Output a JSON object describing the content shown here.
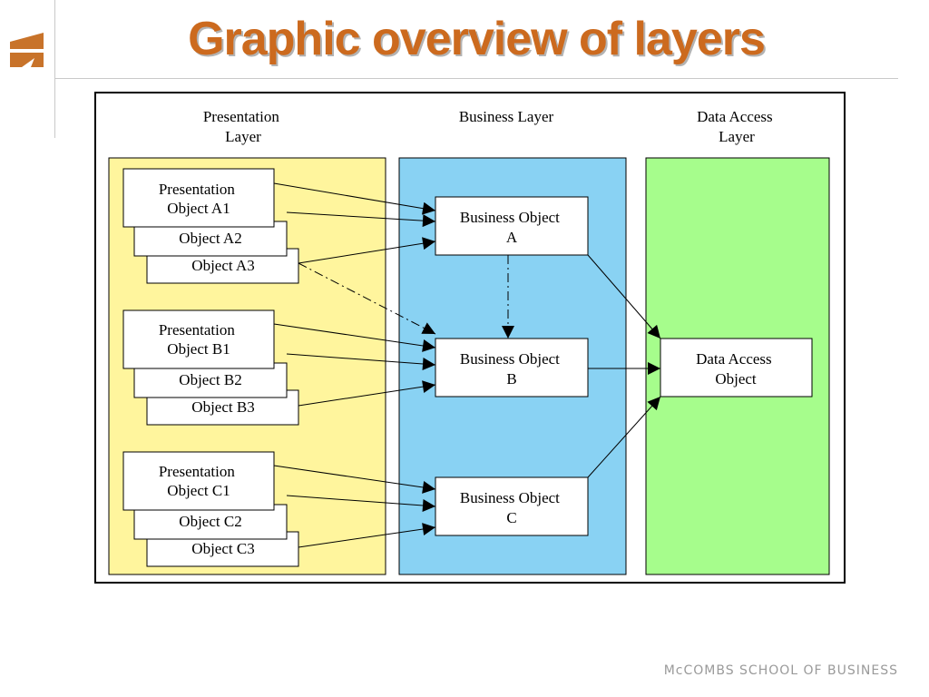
{
  "slide": {
    "title": "Graphic overview of layers",
    "footer": "McCOMBS SCHOOL OF BUSINESS",
    "logo_icon": "mccombs-logo-icon"
  },
  "diagram": {
    "colors": {
      "presentation_layer": "#fff59d",
      "business_layer": "#89d2f3",
      "data_access_layer": "#a6fd8c",
      "title_orange": "#cc6a1e"
    },
    "layers": [
      {
        "id": "presentation",
        "label_lines": [
          "Presentation",
          "Layer"
        ]
      },
      {
        "id": "business",
        "label_lines": [
          "Business Layer"
        ]
      },
      {
        "id": "data",
        "label_lines": [
          "Data Access",
          "Layer"
        ]
      }
    ],
    "presentation_groups": [
      {
        "id": "A",
        "front_lines": [
          "Presentation",
          "Object A1"
        ],
        "second": "Object A2",
        "third": "Object A3"
      },
      {
        "id": "B",
        "front_lines": [
          "Presentation",
          "Object B1"
        ],
        "second": "Object B2",
        "third": "Object B3"
      },
      {
        "id": "C",
        "front_lines": [
          "Presentation",
          "Object C1"
        ],
        "second": "Object C2",
        "third": "Object C3"
      }
    ],
    "business_objects": [
      {
        "id": "A",
        "lines": [
          "Business Object",
          "A"
        ]
      },
      {
        "id": "B",
        "lines": [
          "Business Object",
          "B"
        ]
      },
      {
        "id": "C",
        "lines": [
          "Business Object",
          "C"
        ]
      }
    ],
    "data_access_object": {
      "lines": [
        "Data Access",
        "Object"
      ]
    },
    "connections": [
      {
        "from": "Object A1",
        "to": "Business Object A",
        "style": "solid"
      },
      {
        "from": "Object A2",
        "to": "Business Object A",
        "style": "solid"
      },
      {
        "from": "Object A3",
        "to": "Business Object A",
        "style": "solid"
      },
      {
        "from": "Object A3",
        "to": "Business Object B",
        "style": "dash-dot"
      },
      {
        "from": "Business Object A",
        "to": "Business Object B",
        "style": "dash-dot"
      },
      {
        "from": "Object B1",
        "to": "Business Object B",
        "style": "solid"
      },
      {
        "from": "Object B2",
        "to": "Business Object B",
        "style": "solid"
      },
      {
        "from": "Object B3",
        "to": "Business Object B",
        "style": "solid"
      },
      {
        "from": "Object C1",
        "to": "Business Object C",
        "style": "solid"
      },
      {
        "from": "Object C2",
        "to": "Business Object C",
        "style": "solid"
      },
      {
        "from": "Object C3",
        "to": "Business Object C",
        "style": "solid"
      },
      {
        "from": "Business Object A",
        "to": "Data Access Object",
        "style": "solid"
      },
      {
        "from": "Business Object B",
        "to": "Data Access Object",
        "style": "solid"
      },
      {
        "from": "Business Object C",
        "to": "Data Access Object",
        "style": "solid"
      }
    ]
  }
}
